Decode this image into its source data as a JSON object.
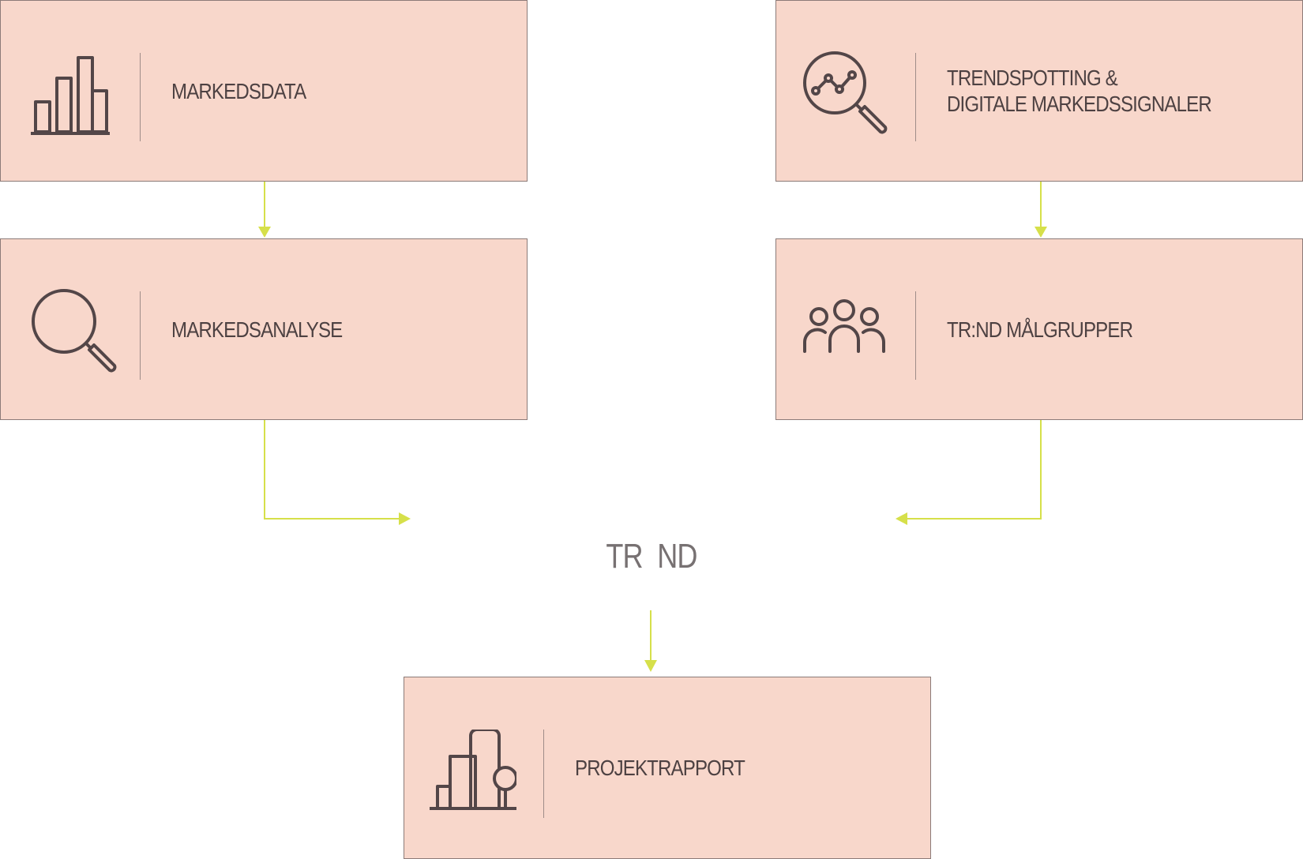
{
  "colors": {
    "box_fill": "#f8d7cb",
    "box_border": "#8c7b78",
    "text": "#4d4142",
    "icon": "#534648",
    "connector": "#d6e04a",
    "center_text": "#777172"
  },
  "boxes": {
    "markedsdata": {
      "label": "MARKEDSDATA",
      "icon": "bar-chart-icon"
    },
    "trendspotting": {
      "label": "TRENDSPOTTING &\nDIGITALE MARKEDSSIGNALER",
      "icon": "magnifier-trend-icon"
    },
    "markedsanalyse": {
      "label": "MARKEDSANALYSE",
      "icon": "magnifier-icon"
    },
    "maalgrupper": {
      "label": "TR:ND MÅLGRUPPER",
      "icon": "people-group-icon"
    },
    "projektrapport": {
      "label": "PROJEKTRAPPORT",
      "icon": "buildings-tree-icon"
    }
  },
  "center": {
    "label": "TR  ND"
  }
}
